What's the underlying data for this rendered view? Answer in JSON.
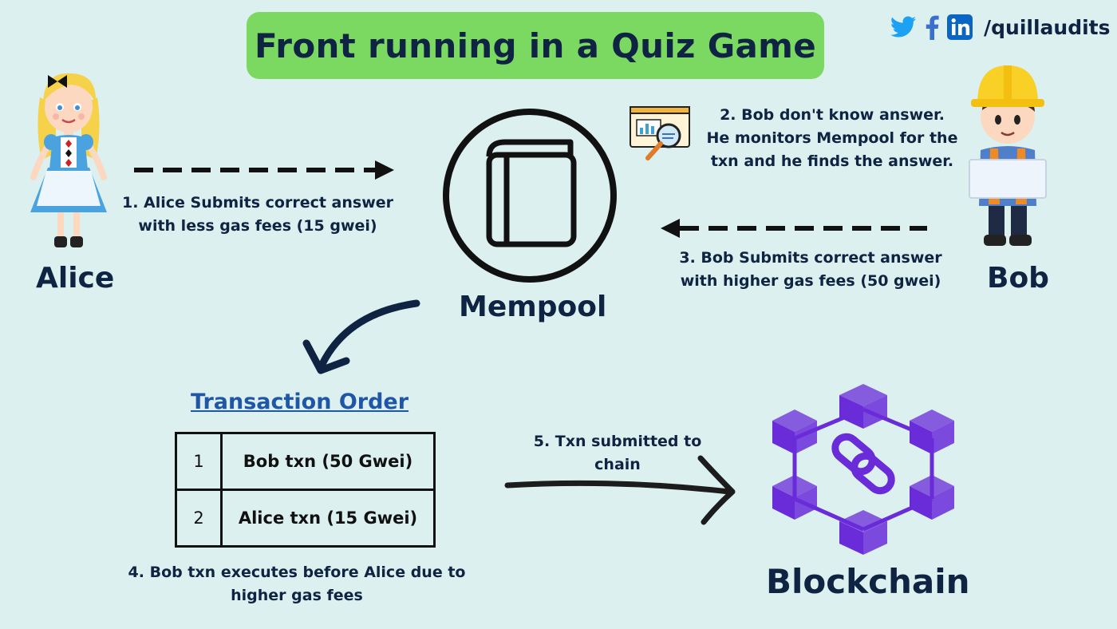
{
  "title": "Front running in a Quiz Game",
  "social": {
    "handle": "/quillaudits",
    "icons": [
      "twitter-icon",
      "facebook-icon",
      "linkedin-icon"
    ],
    "twitter_color": "#1da1f2",
    "facebook_color": "#3b6fcf",
    "linkedin_color": "#0a66c2"
  },
  "actors": {
    "alice": "Alice",
    "bob": "Bob",
    "mempool": "Mempool",
    "blockchain": "Blockchain"
  },
  "steps": {
    "s1": [
      "1. Alice Submits correct answer",
      "with less gas fees (15 gwei)"
    ],
    "s2": [
      "2. Bob don't know answer.",
      "He monitors Mempool for the",
      "txn and he finds the answer."
    ],
    "s3": [
      "3. Bob Submits correct answer",
      "with higher gas fees (50 gwei)"
    ],
    "s4": [
      "4. Bob txn executes before Alice due to",
      "higher gas fees"
    ],
    "s5": [
      "5. Txn submitted to",
      "chain"
    ]
  },
  "transaction_order": {
    "title": "Transaction Order",
    "rows": [
      {
        "num": "1",
        "txn": "Bob txn (50 Gwei)"
      },
      {
        "num": "2",
        "txn": "Alice txn (15 Gwei)"
      }
    ]
  },
  "colors": {
    "background": "#dcf0f0",
    "title_bg": "#7bd962",
    "text": "#0f2342",
    "link": "#1f57a6",
    "blockchain_purple": "#6a2bd9"
  }
}
